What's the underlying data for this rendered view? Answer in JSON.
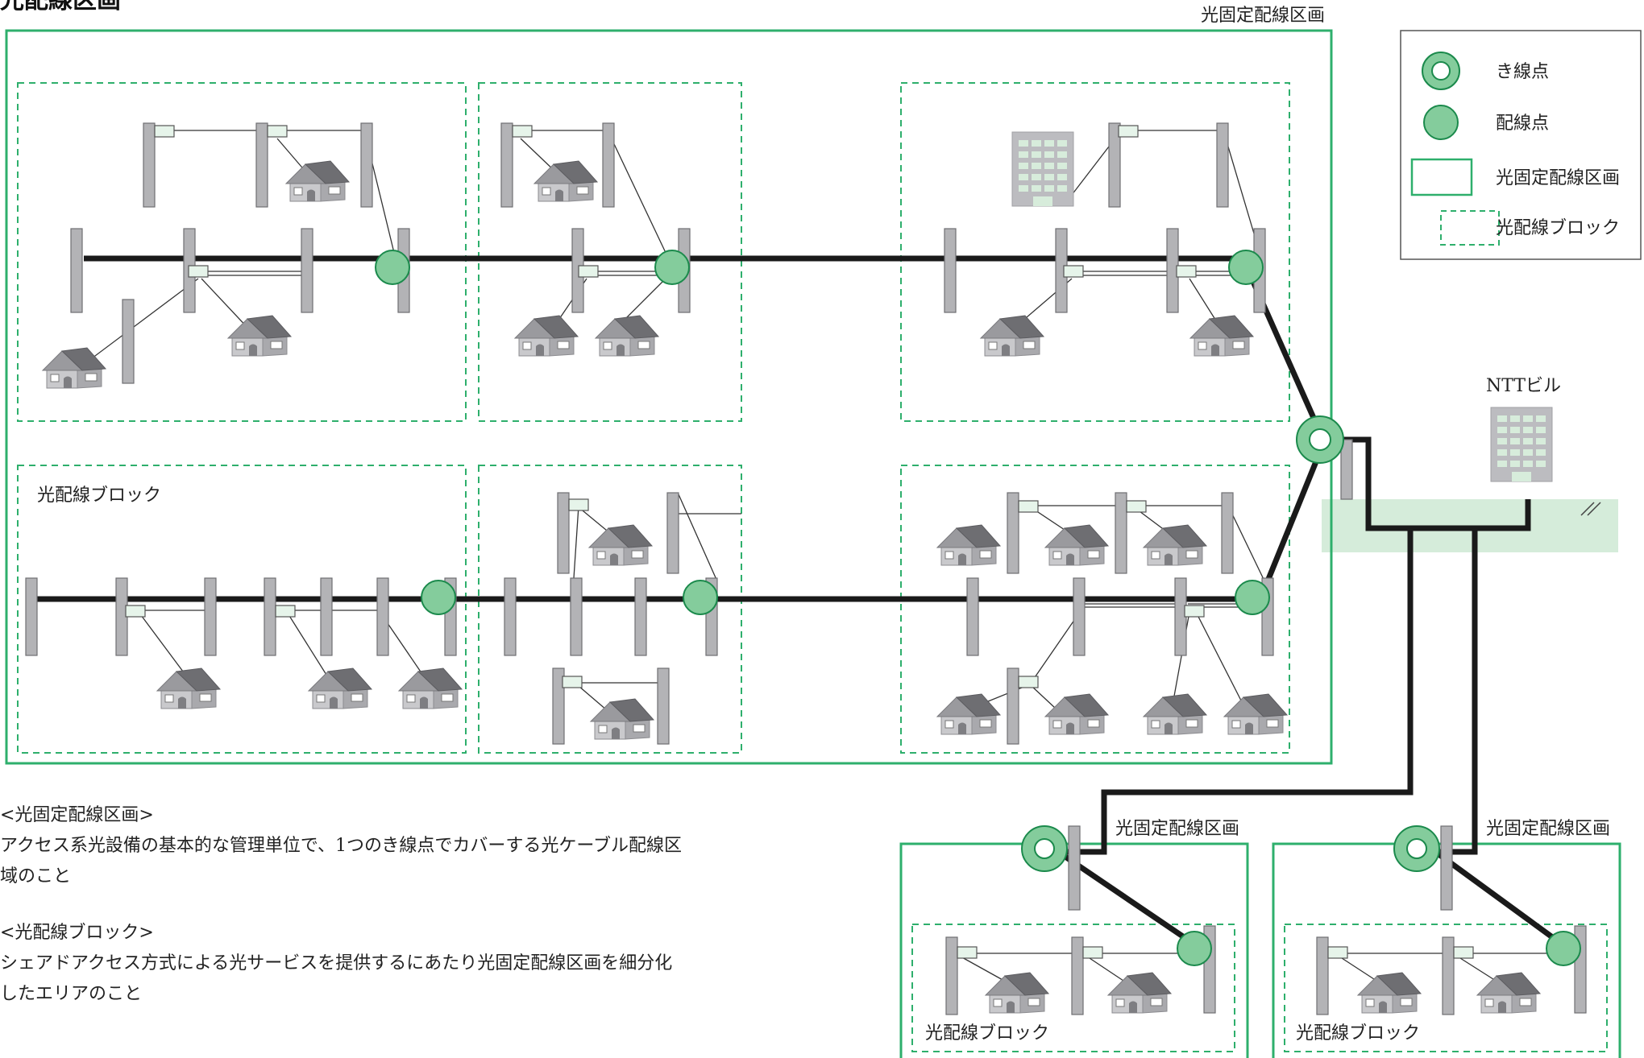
{
  "title": "光配線区画",
  "labels": {
    "main_zone": "光固定配線区画",
    "block_label": "光配線ブロック",
    "ntt_building": "NTTビル",
    "zone_bottom_left": "光固定配線区画",
    "zone_bottom_right": "光固定配線区画",
    "block_bottom_left": "光配線ブロック",
    "block_bottom_right": "光配線ブロック"
  },
  "legend": {
    "items": [
      {
        "icon": "branch-point-icon",
        "label": "き線点"
      },
      {
        "icon": "distribution-point-icon",
        "label": "配線点"
      },
      {
        "icon": "solid-zone-icon",
        "label": "光固定配線区画"
      },
      {
        "icon": "dashed-block-icon",
        "label": "光配線ブロック"
      }
    ]
  },
  "notes": {
    "zone_heading": "<光固定配線区画>",
    "zone_text_1": "アクセス系光設備の基本的な管理単位で、1つのき線点でカバーする光ケーブル配線区",
    "zone_text_2": "域のこと",
    "block_heading": "<光配線ブロック>",
    "block_text_1": "シェアドアクセス方式による光サービスを提供するにあたり光固定配線区画を細分化",
    "block_text_2": "したエリアのこと"
  },
  "colors": {
    "zone_green": "#2eaf6c",
    "node_fill": "#84cc9c",
    "node_stroke": "#1b8a4c",
    "cable": "#1a1a1a",
    "pole": "#b3b3b6",
    "ground_band": "#d5ecda"
  }
}
